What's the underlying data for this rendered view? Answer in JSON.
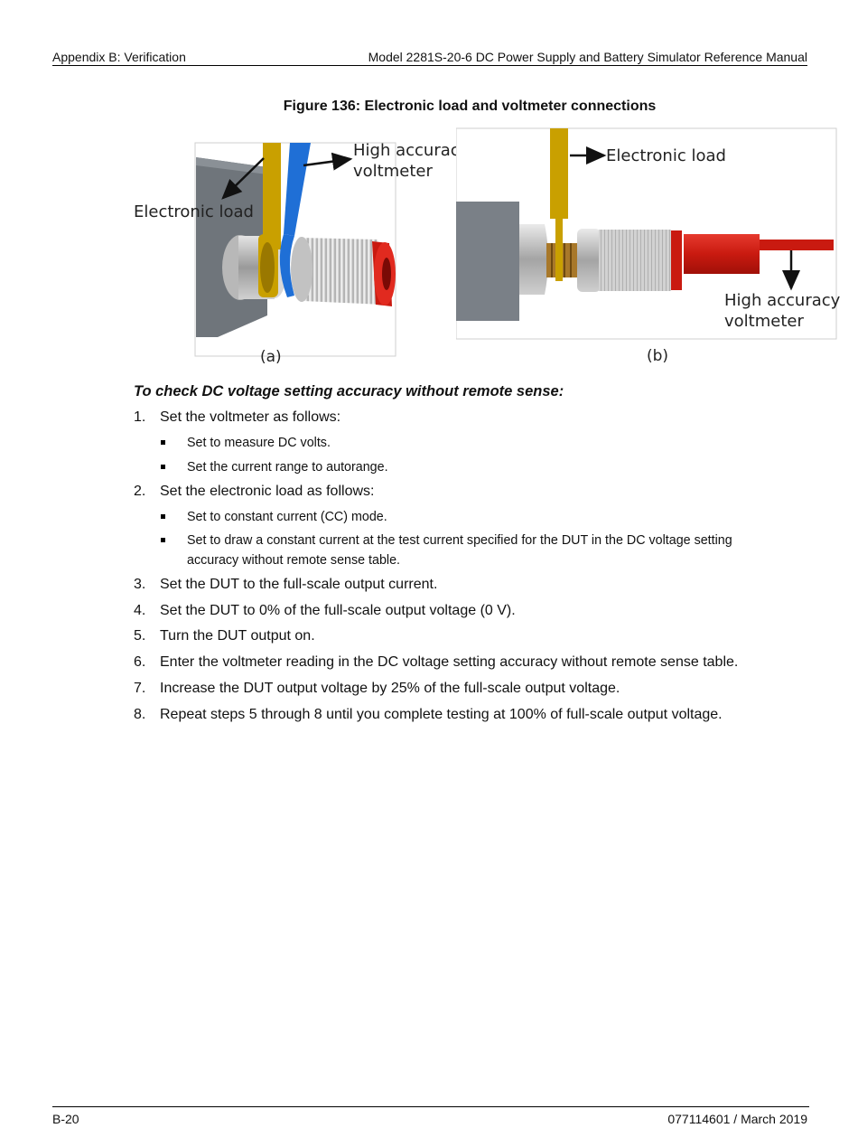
{
  "header": {
    "left": "Appendix B: Verification",
    "right": "Model 2281S-20-6 DC Power Supply and Battery Simulator Reference Manual"
  },
  "figure": {
    "caption": "Figure 136: Electronic load and voltmeter connections",
    "panel_a": {
      "label": "(a)",
      "callout_voltmeter_line1": "High accuracy",
      "callout_voltmeter_line2": "voltmeter",
      "callout_load": "Electronic load"
    },
    "panel_b": {
      "label": "(b)",
      "callout_load": "Electronic load",
      "callout_voltmeter_line1": "High accuracy",
      "callout_voltmeter_line2": "voltmeter"
    },
    "colors": {
      "load_lead": "#c9a000",
      "voltmeter_lead": "#1f6fd6",
      "connector_red": "#c91a10",
      "panel_gray": "#7a8087"
    }
  },
  "procedure": {
    "title": "To check DC voltage setting accuracy without remote sense:",
    "steps": [
      {
        "num": "1.",
        "text": "Set the voltmeter as follows:"
      },
      {
        "num": "2.",
        "text": "Set the electronic load as follows:"
      },
      {
        "num": "3.",
        "text": "Set the DUT to the full-scale output current."
      },
      {
        "num": "4.",
        "text": "Set the DUT to 0% of the full-scale output voltage (0 V)."
      },
      {
        "num": "5.",
        "text": "Turn the DUT output on."
      },
      {
        "num": "6.",
        "text": "Enter the voltmeter reading in the DC voltage setting accuracy without remote sense table."
      },
      {
        "num": "7.",
        "text": "Increase the DUT output voltage by 25% of the full-scale output voltage."
      },
      {
        "num": "8.",
        "text": "Repeat steps 5 through 8 until you complete testing at 100% of full-scale output voltage."
      }
    ],
    "step1_bullets": [
      "Set to measure DC volts.",
      "Set the current range to autorange."
    ],
    "step2_bullets": [
      "Set to constant current (CC) mode.",
      "Set to draw a constant current at the test current specified for the DUT in the DC voltage setting accuracy without remote sense table."
    ]
  },
  "footer": {
    "left": "B-20",
    "right": "077114601 / March 2019"
  }
}
